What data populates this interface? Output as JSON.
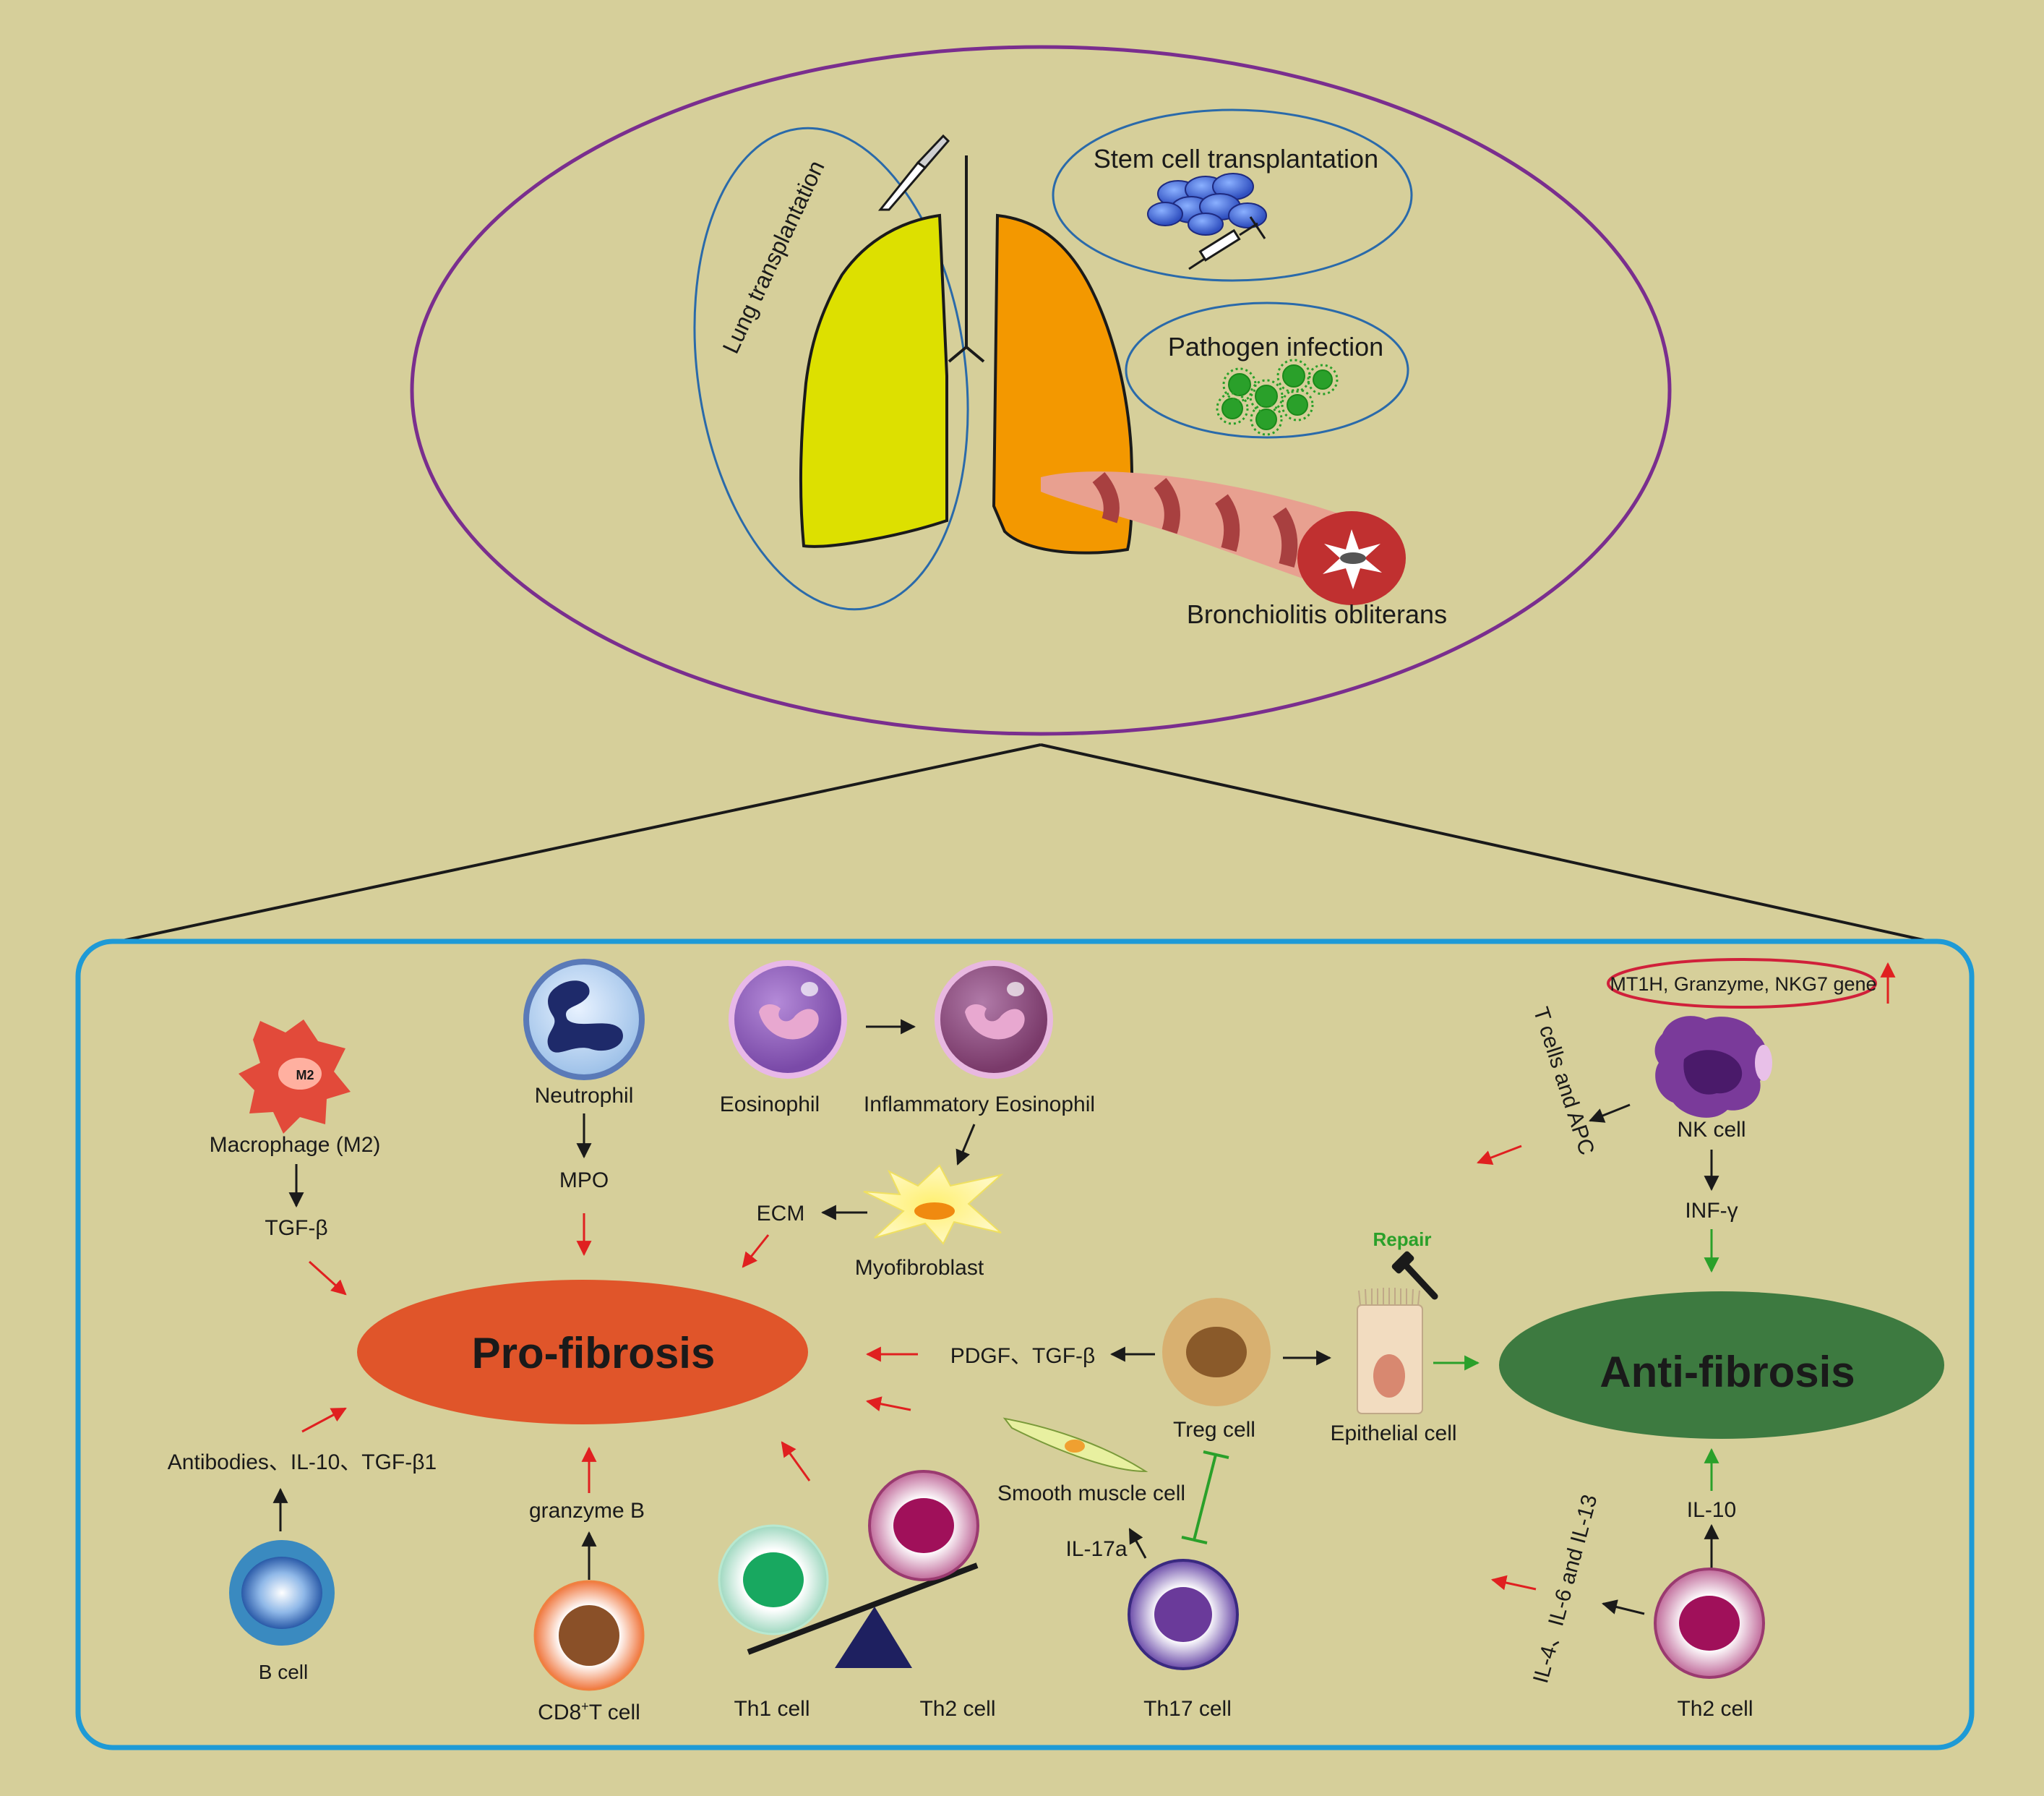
{
  "colors": {
    "background": "#d6cf9a",
    "outer_ellipse": "#7a2e8e",
    "panel_border": "#1e9ad6",
    "pro_fibrosis": "#e0552a",
    "anti_fibrosis": "#3d7a40",
    "left_lung": "#dde000",
    "right_lung": "#f39800",
    "inhibit_green": "#2aa02a",
    "red_arrow": "#e02020"
  },
  "top": {
    "lung_transplantation": "Lung transplantation",
    "stem_cell_transplantation": "Stem cell transplantation",
    "pathogen_infection": "Pathogen infection",
    "bronchiolitis_obliterans": "Bronchiolitis obliterans",
    "icons": [
      "scalpel-icon",
      "stem-cells-icon",
      "syringe-icon",
      "virus-icon",
      "bronchiole-icon"
    ]
  },
  "center": {
    "pro_fibrosis": "Pro-fibrosis",
    "anti_fibrosis": "Anti-fibrosis"
  },
  "labels": {
    "macrophage_badge": "M2",
    "macrophage": "Macrophage (M2)",
    "tgf_b": "TGF-β",
    "neutrophil": "Neutrophil",
    "mpo": "MPO",
    "eosinophil": "Eosinophil",
    "inflammatory_eosinophil": "Inflammatory Eosinophil",
    "ecm": "ECM",
    "myofibroblast": "Myofibroblast",
    "mt1h": "MT1H, Granzyme, NKG7 gene",
    "t_cells_apc": "T cells and APC",
    "nk_cell": "NK cell",
    "inf_g": "INF-γ",
    "repair": "Repair",
    "pdgf": "PDGF、TGF-β",
    "treg_cell": "Treg cell",
    "epithelial_cell": "Epithelial cell",
    "smooth_muscle_cell": "Smooth muscle cell",
    "il17a": "IL-17a",
    "antibodies": "Antibodies、IL-10、TGF-β1",
    "granzyme_b": "granzyme B",
    "b_cell": "B cell",
    "cd8_main": "CD8",
    "cd8_sup": "+",
    "cd8_rest": "T cell",
    "th1_cell": "Th1 cell",
    "th2_cell_center": "Th2 cell",
    "th17_cell": "Th17 cell",
    "il10": "IL-10",
    "il4": "IL-4、IL-6 and IL-13",
    "th2_cell_right": "Th2 cell"
  }
}
